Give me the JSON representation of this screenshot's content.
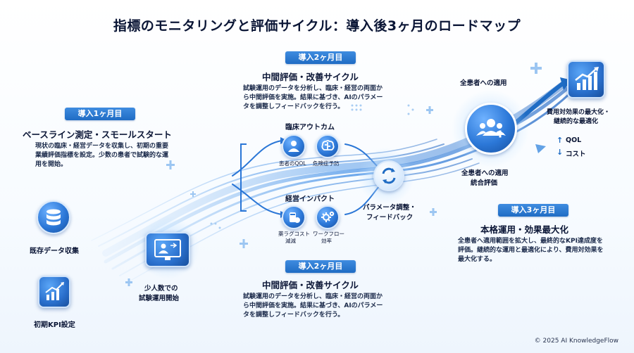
{
  "title": "指標のモニタリングと評価サイクル：導入後3ヶ月のロードマップ",
  "left": {
    "badge": "導入1ヶ月目",
    "heading": "ベースライン測定・スモールスタート",
    "desc": "現状の臨床・経営データを収集し、初期の重要業績評価指標を設定。少数の患者で試験的な運用を開始。",
    "existing_data": "既存データ収集",
    "initial_kpi": "初期KPI設定",
    "pilot_line1": "少人数での",
    "pilot_line2": "試験運用開始"
  },
  "top_mid": {
    "badge": "導入2ヶ月目",
    "heading": "中間評価・改善サイクル",
    "desc": "試験運用のデータを分析し、臨床・経営の両面から中間評価を実施。結果に基づき、AIのパラメータを調整しフィードバックを行う。"
  },
  "clinical": {
    "heading": "臨床アウトカム",
    "qol": "患者のQOL",
    "risk": "危険症予防"
  },
  "management": {
    "heading": "経営インパクト",
    "drug_line1": "薬ラグコスト",
    "drug_line2": "減減",
    "workflow_line1": "ワークフロー",
    "workflow_line2": "効率"
  },
  "param": {
    "line1": "パラメータ調整・",
    "line2": "フィードバック"
  },
  "bottom_mid": {
    "badge": "導入2ヶ月目",
    "heading": "中間評価・改善サイクル",
    "desc": "試験運用のデータを分析し、臨床・経営の両面から中間評価を実施。結果に基づき、AIのパラメータを調整しフィードバックを行う。"
  },
  "right": {
    "all_patients": "全患者への適用",
    "integrated_line1": "全患者への適用",
    "integrated_line2": "統合評価",
    "cost_line1": "費用対効果の最大化・",
    "cost_line2": "継続的な最適化",
    "qol": "QOL",
    "cost": "コスト",
    "badge": "導入3ヶ月目",
    "heading": "本格運用・効果最大化",
    "desc": "全患者へ適用範囲を拡大し、最終的なKPI達成度を評価。継続的な運用と最適化により、費用対効果を最大化する。"
  },
  "copyright": "© 2025 AI KnowledgeFlow",
  "icons": [
    "database-icon",
    "chart-up-icon",
    "monitor-users-icon",
    "patient-icon",
    "brain-icon",
    "pills-icon",
    "gear-workflow-icon",
    "refresh-cycle-icon",
    "patient-group-icon",
    "growth-chart-icon"
  ],
  "colors": {
    "accent": "#1f6cc4",
    "badge": "#2c7ad3",
    "text": "#0b1636"
  }
}
